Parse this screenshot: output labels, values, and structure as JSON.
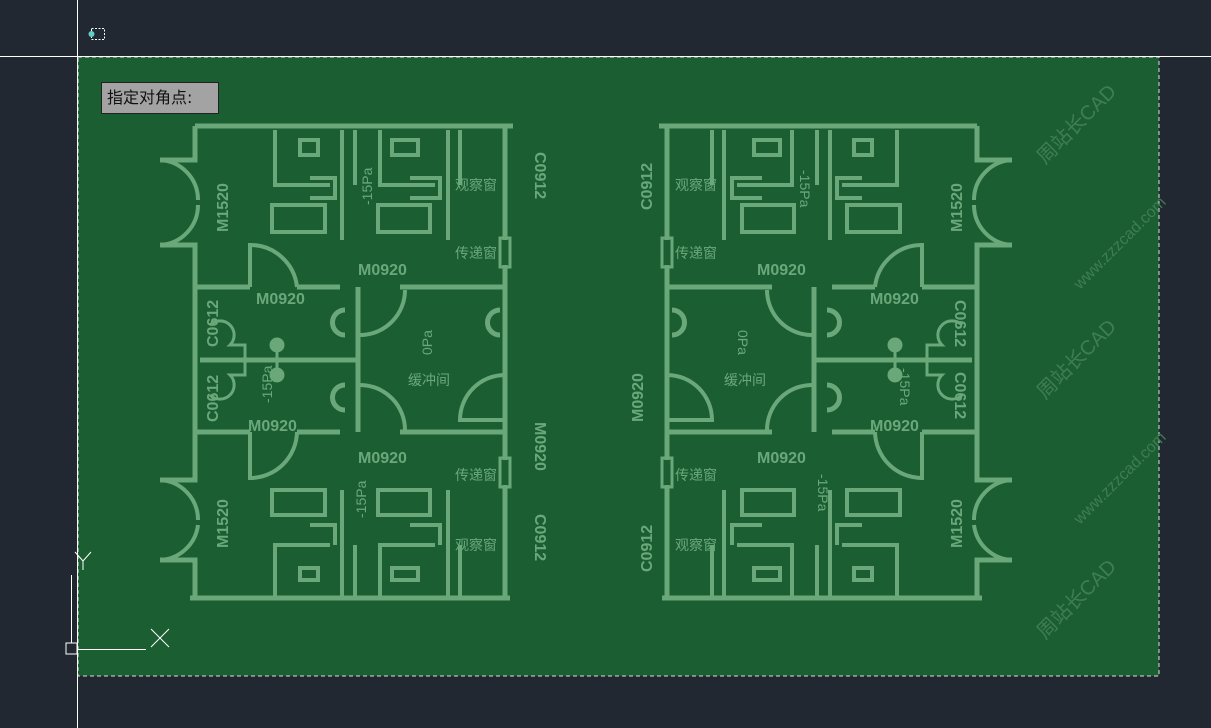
{
  "command_prompt": "指定对角点:",
  "colors": {
    "background": "#222831",
    "selection_fill": "#1b5e32",
    "linework": "#6aa87a",
    "crosshair": "#ffffff"
  },
  "ucs": {
    "x_label": "X",
    "y_label": "Y"
  },
  "watermark": {
    "brand": "周站长CAD",
    "url": "www.zzzcad.com"
  },
  "plans": [
    {
      "name": "left",
      "labels": {
        "door_m1520_top": "M1520",
        "door_m1520_bottom": "M1520",
        "door_m0920_a": "M0920",
        "door_m0920_b": "M0920",
        "door_m0920_c": "M0920",
        "door_m0920_d": "M0920",
        "door_m0920_e": "M0920",
        "win_c0912_top": "C0912",
        "win_c0912_bottom": "C0912",
        "win_c0612_a": "C0612",
        "win_c0612_b": "C0612",
        "observe_top": "观察窗",
        "observe_bottom": "观察窗",
        "pass_top": "传递窗",
        "pass_bottom": "传递窗",
        "buffer": "缓冲间",
        "p0": "0Pa",
        "p15_a": "-15Pa",
        "p15_b": "-15Pa",
        "p15_c": "-15Pa"
      }
    },
    {
      "name": "right",
      "labels": {
        "door_m1520_top": "M1520",
        "door_m1520_bottom": "M1520",
        "door_m0920_a": "M0920",
        "door_m0920_b": "M0920",
        "door_m0920_c": "M0920",
        "door_m0920_d": "M0920",
        "door_m0920_e": "M0920",
        "win_c0912_top": "C0912",
        "win_c0912_bottom": "C0912",
        "win_c0612_a": "C0612",
        "win_c0612_b": "C0612",
        "observe_top": "观察窗",
        "observe_bottom": "观察窗",
        "pass_top": "传递窗",
        "pass_bottom": "传递窗",
        "buffer": "缓冲间",
        "p0": "0Pa",
        "p15_a": "-15Pa",
        "p15_b": "-15Pa",
        "p15_c": "-15Pa"
      }
    }
  ]
}
